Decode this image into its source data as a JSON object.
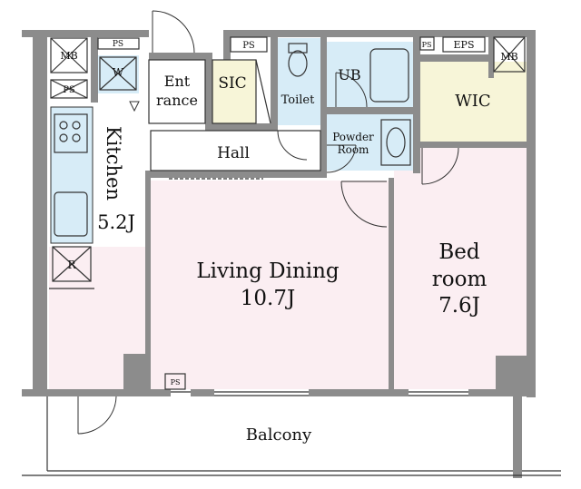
{
  "plan": {
    "labels": {
      "mb_left": "MB",
      "ps_top_left": "PS",
      "ps_left": "PS",
      "w": "W",
      "entrance_line1": "Ent",
      "entrance_line2": "rance",
      "sic": "SIC",
      "ps_top_mid": "PS",
      "toilet": "Toilet",
      "ub": "UB",
      "ps_top_right": "PS",
      "eps": "EPS",
      "mb_right": "MB",
      "wic": "WIC",
      "powder_line1": "Powder",
      "powder_line2": "Room",
      "hall": "Hall",
      "kitchen_name": "Kitchen",
      "kitchen_size": "5.2J",
      "r": "R",
      "living_name": "Living Dining",
      "living_size": "10.7J",
      "bed_line1": "Bed",
      "bed_line2": "room",
      "bed_size": "7.6J",
      "ps_bottom": "PS",
      "balcony": "Balcony"
    },
    "colors": {
      "wall": "#8c8c8c",
      "room_pink": "#fbeef2",
      "wet_blue": "#d7ecf7",
      "wic_yellow": "#f7f5d8",
      "line": "#333333"
    }
  }
}
